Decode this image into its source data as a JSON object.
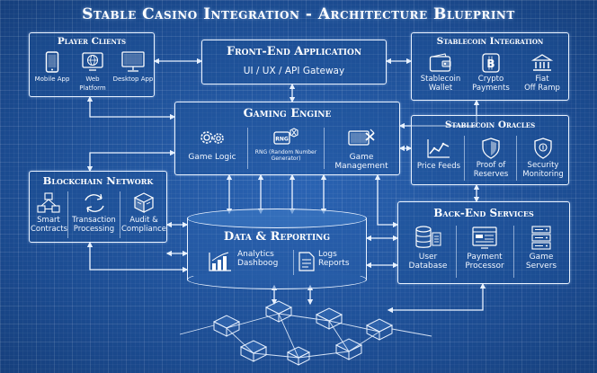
{
  "title": "Stable Casino Integration - Architecture Blueprint",
  "player_clients": {
    "title": "Player Clients",
    "items": [
      "Mobile App",
      "Web Platform",
      "Desktop App"
    ]
  },
  "frontend": {
    "title": "Front-End Application",
    "subtitle": "UI / UX / API Gateway"
  },
  "stablecoin_integration": {
    "title": "Stablecoin Integration",
    "items": [
      "Stablecoin\nWallet",
      "Crypto\nPayments",
      "Fiat\nOff Ramp"
    ]
  },
  "gaming_engine": {
    "title": "Gaming Engine",
    "items": [
      "Game Logic",
      "RNG (Random Number\nGenerator)",
      "Game Management"
    ],
    "rng_badge": "RNG"
  },
  "oracles": {
    "title": "Stablecoin Oracles",
    "items": [
      "Price Feeds",
      "Proof of\nReserves",
      "Security\nMonitoring"
    ]
  },
  "blockchain": {
    "title": "Blockchain Network",
    "items": [
      "Smart\nContracts",
      "Transaction\nProcessing",
      "Audit &\nCompliance"
    ]
  },
  "data_reporting": {
    "title": "Data & Reporting",
    "items": [
      "Analytics\nDashboog",
      "Logs\nReports"
    ]
  },
  "backend": {
    "title": "Back-End Services",
    "items": [
      "User\nDatabase",
      "Payment\nProcessor",
      "Game\nServers"
    ]
  },
  "colors": {
    "background": "#1c4e94",
    "line": "#e9f2ff"
  },
  "icons": {
    "player_clients": [
      "phone-icon",
      "globe-icon",
      "monitor-icon"
    ],
    "stablecoin_integration": [
      "wallet-icon",
      "bitcoin-icon",
      "bank-icon"
    ],
    "gaming_engine": [
      "gears-icon",
      "rng-icon",
      "game-controller-icon"
    ],
    "oracles": [
      "line-chart-icon",
      "shield-icon",
      "security-shield-icon"
    ],
    "blockchain": [
      "network-icon",
      "transaction-arrows-icon",
      "audit-cube-icon"
    ],
    "data_reporting": [
      "bar-chart-icon",
      "document-icon"
    ],
    "backend": [
      "database-icon",
      "payment-screen-icon",
      "server-rack-icon"
    ]
  }
}
